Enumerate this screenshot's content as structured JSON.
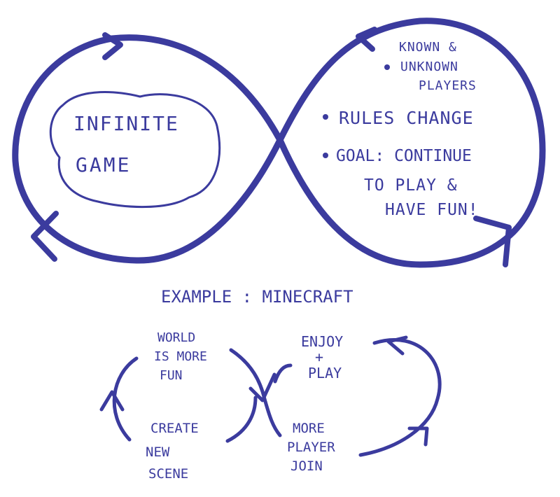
{
  "colors": {
    "ink": "#3b3b9e",
    "background": "#ffffff"
  },
  "infinite_game": {
    "title_line1": "INFINITE",
    "title_line2": "GAME",
    "bullets": [
      {
        "lines": [
          "KNOWN &",
          "UNKNOWN",
          "PLAYERS"
        ]
      },
      {
        "lines": [
          "RULES  CHANGE"
        ]
      },
      {
        "lines": [
          "GOAL: CONTINUE",
          "TO PLAY &",
          "HAVE FUN!"
        ]
      }
    ]
  },
  "example": {
    "heading": "EXAMPLE : MINECRAFT",
    "nodes": {
      "world": [
        "WORLD",
        "IS MORE",
        "FUN"
      ],
      "enjoy": [
        "ENJOY",
        "+",
        "PLAY"
      ],
      "create": [
        "CREATE",
        "NEW",
        "SCENE"
      ],
      "more": [
        "MORE",
        "PLAYER",
        "JOIN"
      ]
    }
  }
}
